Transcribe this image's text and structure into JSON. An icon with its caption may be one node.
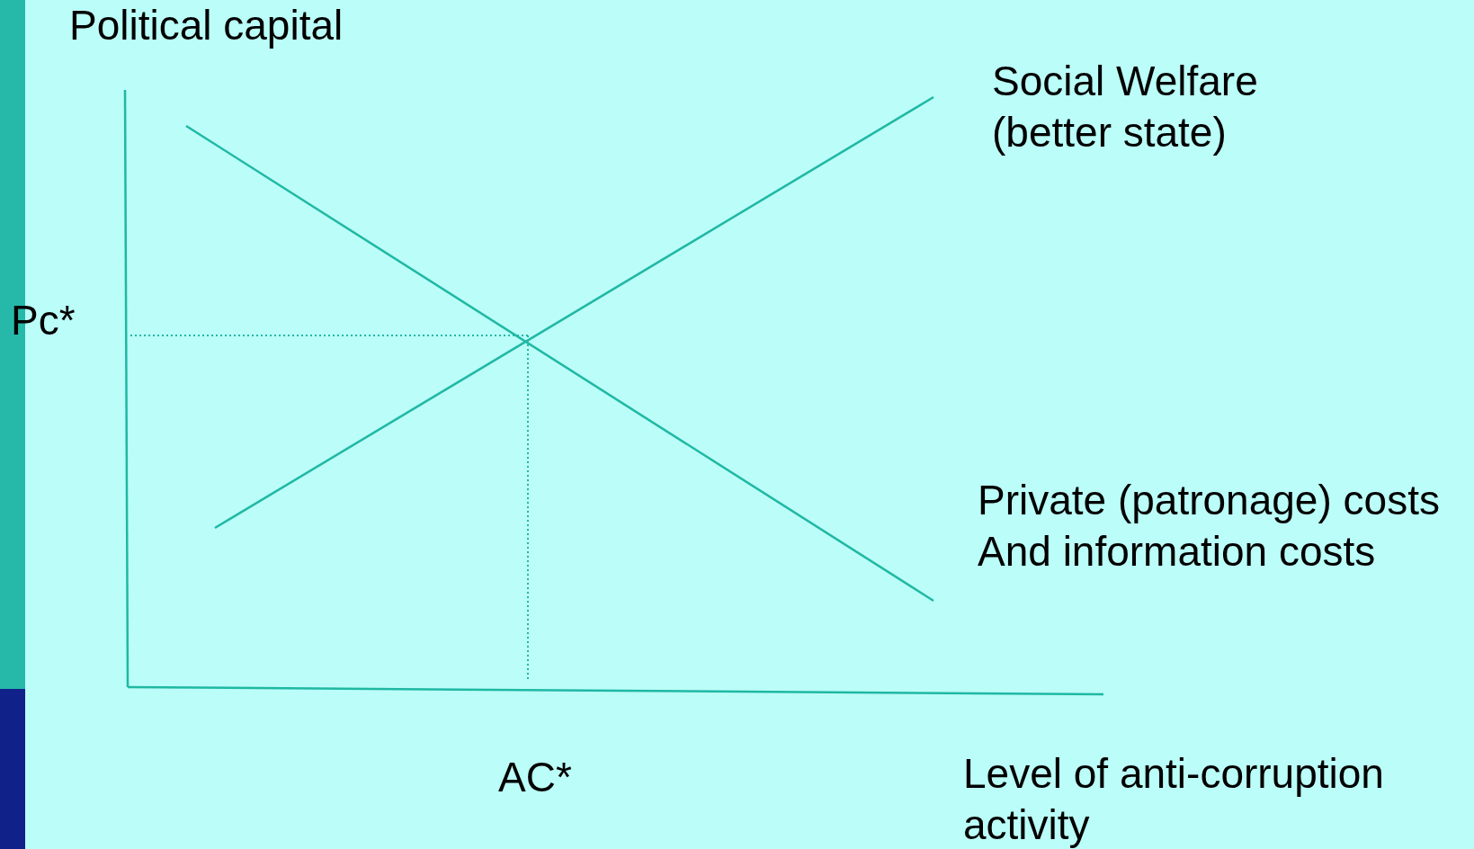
{
  "diagram": {
    "labels": [
      "Political capital",
      "Social Welfare (better state)",
      "Pc*",
      "Private (patronage) costs And information costs",
      "AC*",
      "Level of anti-corruption activity"
    ]
  }
}
